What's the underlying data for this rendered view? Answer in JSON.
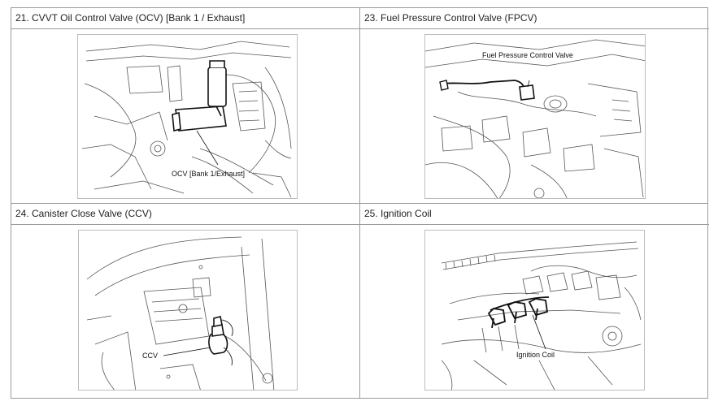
{
  "cells": [
    {
      "title": "21. CVVT Oil Control Valve (OCV) [Bank 1 / Exhaust]",
      "callout": "OCV [Bank 1/Exhaust]"
    },
    {
      "title": "23. Fuel Pressure Control Valve (FPCV)",
      "callout": "Fuel Pressure Control Valve"
    },
    {
      "title": "24. Canister Close Valve (CCV)",
      "callout": "CCV"
    },
    {
      "title": "25. Ignition Coil",
      "callout": "Ignition Coil"
    }
  ]
}
